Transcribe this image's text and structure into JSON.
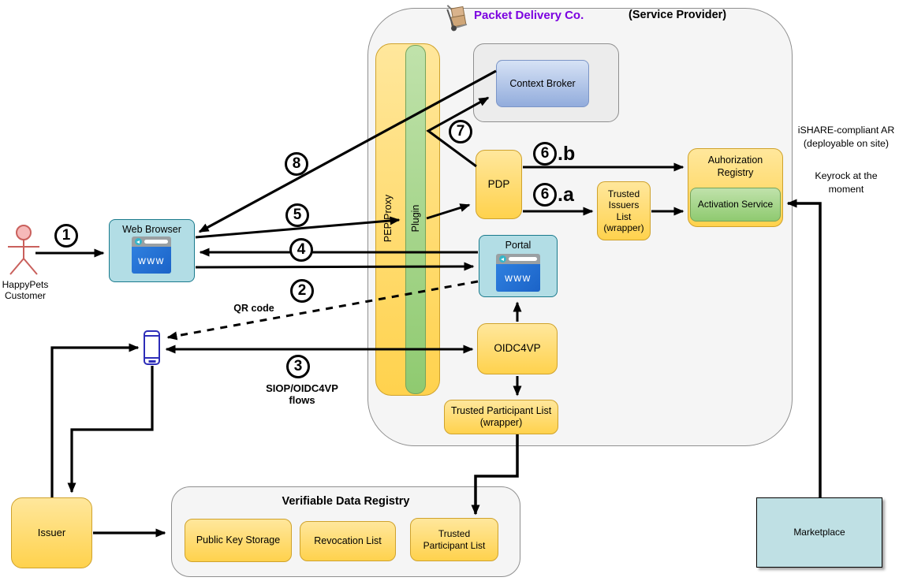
{
  "header": {
    "company": "Packet Delivery Co.",
    "role": "(Service Provider)",
    "icon": "hand-truck-boxes-icon"
  },
  "actor": {
    "line1": "HappyPets",
    "line2": "Customer"
  },
  "steps": {
    "n1": "1",
    "n2": "2",
    "n3": "3",
    "n4": "4",
    "n5": "5",
    "n6": "6",
    "n7": "7",
    "n8": "8",
    "suffix_a": ".a",
    "suffix_b": ".b"
  },
  "annotations": {
    "qr_code": "QR code",
    "siop_line1": "SIOP/OIDC4VP",
    "siop_line2": "flows",
    "ishare_line1": "iSHARE-compliant AR",
    "ishare_line2": "(deployable on site)",
    "keyrock_line1": "Keyrock at the",
    "keyrock_line2": "moment"
  },
  "nodes": {
    "web_browser": {
      "label": "Web Browser",
      "icon_text": "www"
    },
    "portal": {
      "label": "Portal",
      "icon_text": "www"
    },
    "pep_proxy": {
      "label": "PEP Proxy"
    },
    "plugin": {
      "label": "Plugin"
    },
    "context_broker": {
      "label": "Context Broker"
    },
    "pdp": {
      "label": "PDP"
    },
    "oidc4vp": {
      "label": "OIDC4VP"
    },
    "trusted_issuers_list": {
      "line1": "Trusted",
      "line2": "Issuers",
      "line3": "List",
      "line4": "(wrapper)"
    },
    "authorization_registry": {
      "line1": "Auhorization",
      "line2": "Registry"
    },
    "activation_service": {
      "label": "Activation Service"
    },
    "trusted_participant_list_wrapper": {
      "line1": "Trusted Participant List",
      "line2": "(wrapper)"
    },
    "issuer": {
      "label": "Issuer"
    },
    "marketplace": {
      "label": "Marketplace"
    },
    "vdr": {
      "title": "Verifiable Data Registry",
      "public_key_storage": "Public Key Storage",
      "revocation_list": "Revocation List",
      "trusted_participant_list_line1": "Trusted",
      "trusted_participant_list_line2": "Participant List"
    }
  },
  "colors": {
    "title_purple": "#7b00e0",
    "yellow_fill": "#ffd24d",
    "yellow_stroke": "#cfa22c",
    "green_fill": "#8fca70",
    "blue_fill": "#92acdc",
    "teal_fill": "#b2dde5",
    "container_fill": "#f5f5f5",
    "phone_blue": "#2d2db8"
  }
}
